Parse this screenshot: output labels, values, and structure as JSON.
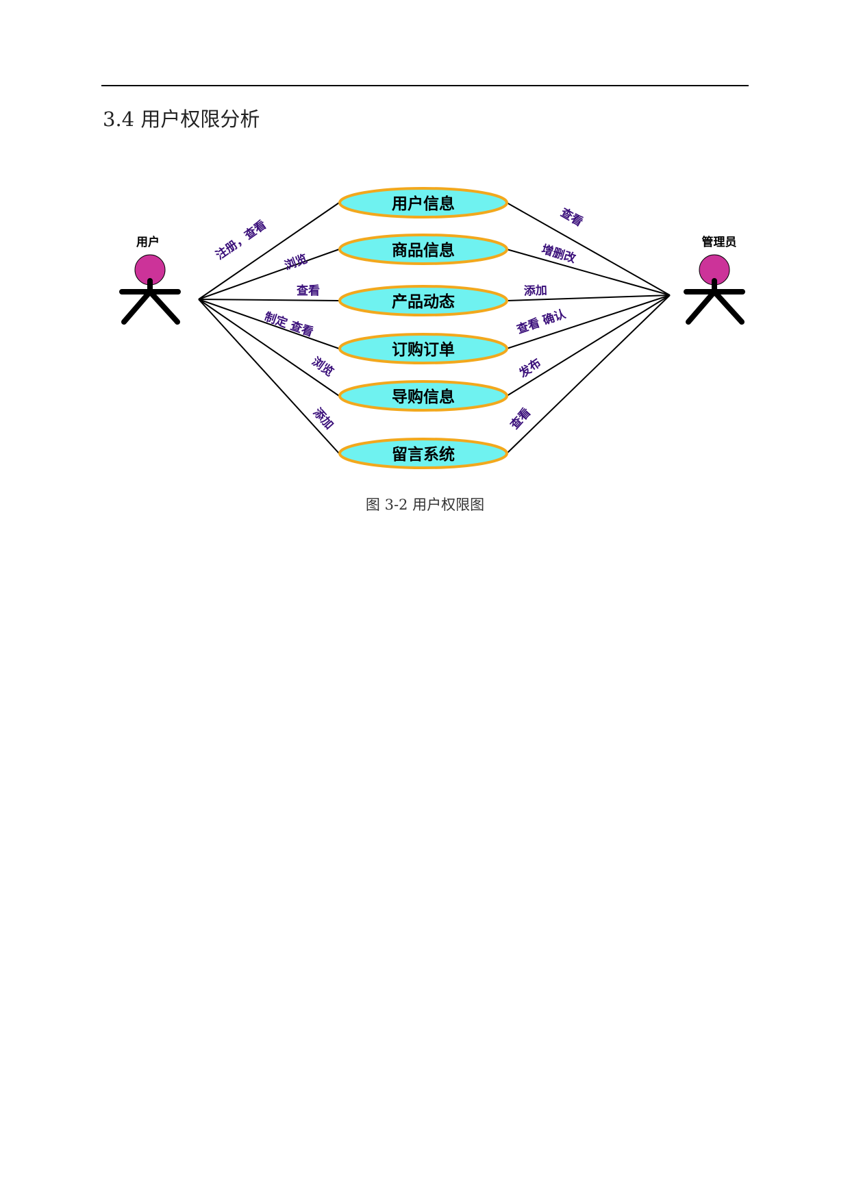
{
  "section": {
    "title": "3.4 用户权限分析"
  },
  "figure": {
    "caption": "图 3-2 用户权限图"
  },
  "diagram": {
    "colors": {
      "usecase_fill": "#6ff2f0",
      "usecase_stroke": "#f2a81d",
      "actor_head": "#cc3399",
      "actor_body": "#000000",
      "edge_label": "#3a0f7a",
      "line": "#000000"
    },
    "actors": {
      "user": {
        "label": "用户"
      },
      "admin": {
        "label": "管理员"
      }
    },
    "usecases": [
      {
        "label": "用户信息"
      },
      {
        "label": "商品信息"
      },
      {
        "label": "产品动态"
      },
      {
        "label": "订购订单"
      },
      {
        "label": "导购信息"
      },
      {
        "label": "留言系统"
      }
    ],
    "user_edges": [
      {
        "label": "注册，查看"
      },
      {
        "label": "浏览"
      },
      {
        "label": "查看"
      },
      {
        "label": "制定 查看"
      },
      {
        "label": "浏览"
      },
      {
        "label": "添加"
      }
    ],
    "admin_edges": [
      {
        "label": "查看"
      },
      {
        "label": "增删改"
      },
      {
        "label": "添加"
      },
      {
        "label": "查看 确认"
      },
      {
        "label": "发布"
      },
      {
        "label": "查看"
      }
    ]
  }
}
